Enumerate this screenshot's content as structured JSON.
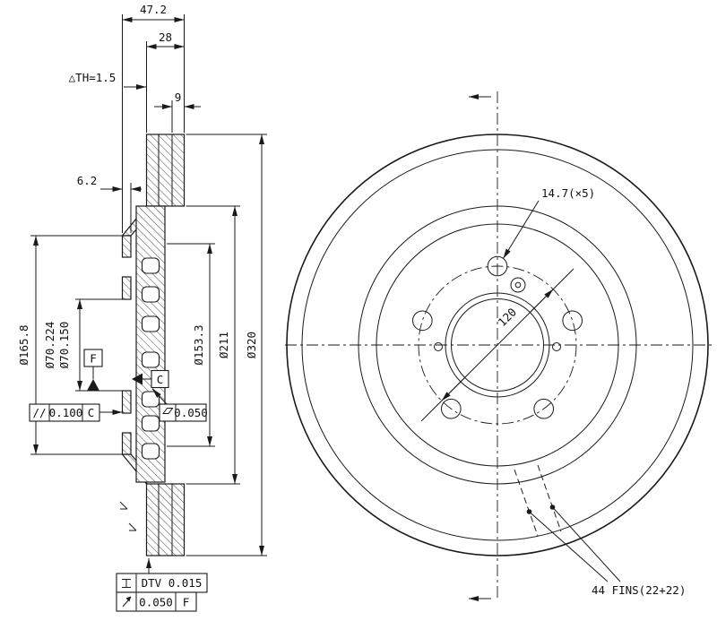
{
  "section_view": {
    "overall_width": "47.2",
    "disc_thickness": "28",
    "min_thickness": "△TH=1.5",
    "plate_thickness": "9",
    "hat_thickness": "6.2",
    "hat_outer_dia": "Ø165.8",
    "bore_dia_max": "Ø70.224",
    "bore_dia_min": "Ø70.150",
    "datum_f": "F",
    "datum_c": "C",
    "parallelism_symbol": "//",
    "parallelism_value": "0.100",
    "parallelism_datum": "C",
    "flatness_value": "0.050",
    "inner_dia": "Ø153.3",
    "hat_dia": "Ø211",
    "outer_dia": "Ø320",
    "dtv_label": "DTV 0.015",
    "runout_value": "0.050",
    "runout_datum": "F"
  },
  "front_view": {
    "bolt_hole_dia": "14.7(×5)",
    "bolt_circle_dia": "120",
    "fins_label": "44 FINS(22+22)"
  },
  "colors": {
    "line": "#1a1a1a",
    "background": "#ffffff"
  }
}
